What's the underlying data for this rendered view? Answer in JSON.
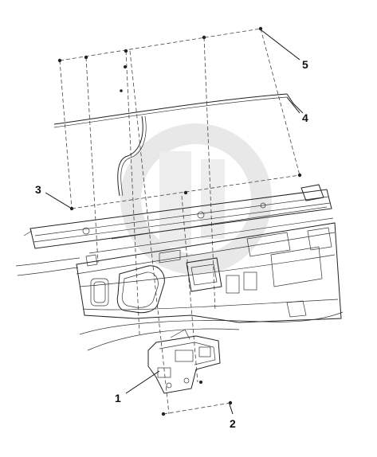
{
  "diagram": {
    "callouts": [
      {
        "id": "c1",
        "label": "1"
      },
      {
        "id": "c2",
        "label": "2"
      },
      {
        "id": "c3",
        "label": "3"
      },
      {
        "id": "c4",
        "label": "4"
      },
      {
        "id": "c5",
        "label": "5"
      }
    ]
  },
  "colors": {
    "line": "#222222",
    "watermark": "#e3e3e3"
  }
}
